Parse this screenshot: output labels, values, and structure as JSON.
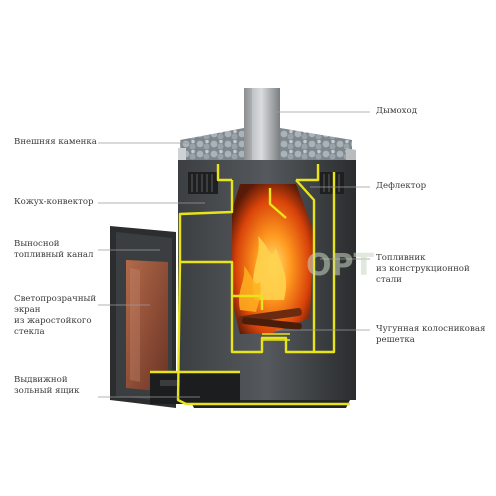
{
  "labels": {
    "outer_stone": "Внешняя каменка",
    "convector_shell": "Кожух-конвектор",
    "fuel_channel": "Выносной\nтопливный канал",
    "glass_screen": "Светопрозрачный\nэкран\nиз жаростойкого\nстекла",
    "ash_box": "Выдвижной\nзольный ящик",
    "chimney": "Дымоход",
    "deflector": "Дефлектор",
    "firebox": "Топливник\nиз конструкционной\nстали",
    "grate": "Чугунная колосниковая\nрешетка"
  },
  "watermark": "ОРТ",
  "colors": {
    "outline": "#e8e41a",
    "metal_dark": "#2f3133",
    "metal_mid": "#4a4d50",
    "stone": "#8f9aa0",
    "fire": "#f07a12",
    "leader": "#9a9a9a",
    "text": "#3a3a3a"
  }
}
